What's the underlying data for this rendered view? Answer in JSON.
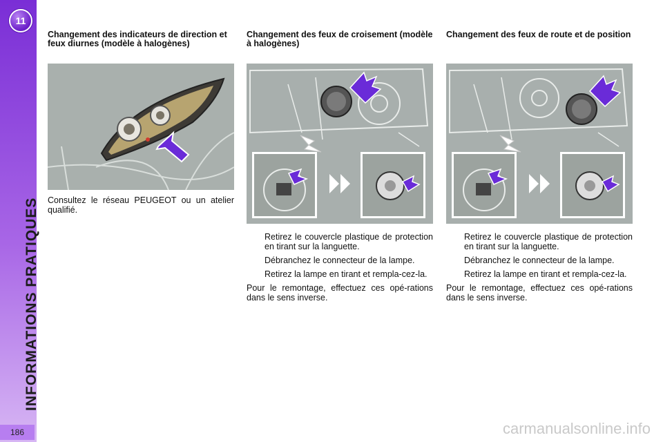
{
  "sidebar": {
    "chapter_number": "11",
    "section_title": "INFORMATIONS PRATIQUES",
    "page_number": "186"
  },
  "columns": [
    {
      "title": "Changement des indicateurs de direction et feux diurnes (modèle à halogènes)",
      "body": "Consultez le réseau PEUGEOT ou un atelier qualifié."
    },
    {
      "title": "Changement des feux de croisement (modèle à halogènes)",
      "steps": [
        "Retirez le couvercle plastique de protection en tirant sur la languette.",
        "Débranchez le connecteur de la lampe.",
        "Retirez la lampe en tirant et rempla-cez-la."
      ],
      "closing": "Pour le remontage, effectuez ces opé-rations dans le sens inverse."
    },
    {
      "title": "Changement des feux de route et de position",
      "steps": [
        "Retirez le couvercle plastique de protection en tirant sur la languette.",
        "Débranchez le connecteur de la lampe.",
        "Retirez la lampe en tirant et rempla-cez-la."
      ],
      "closing": "Pour le remontage, effectuez ces opé-rations dans le sens inverse."
    }
  ],
  "bullet_glyph": "",
  "watermark": "carmanualsonline.info",
  "colors": {
    "sidebar_top": "#7a2ed6",
    "sidebar_bottom": "#d7b6f4",
    "arrow": "#6a2bd8",
    "illustration_bg": "#a8afad"
  },
  "icons": [
    "chapter-badge",
    "bullet-hand-icon",
    "direction-arrow-icon",
    "double-chevron-icon"
  ]
}
